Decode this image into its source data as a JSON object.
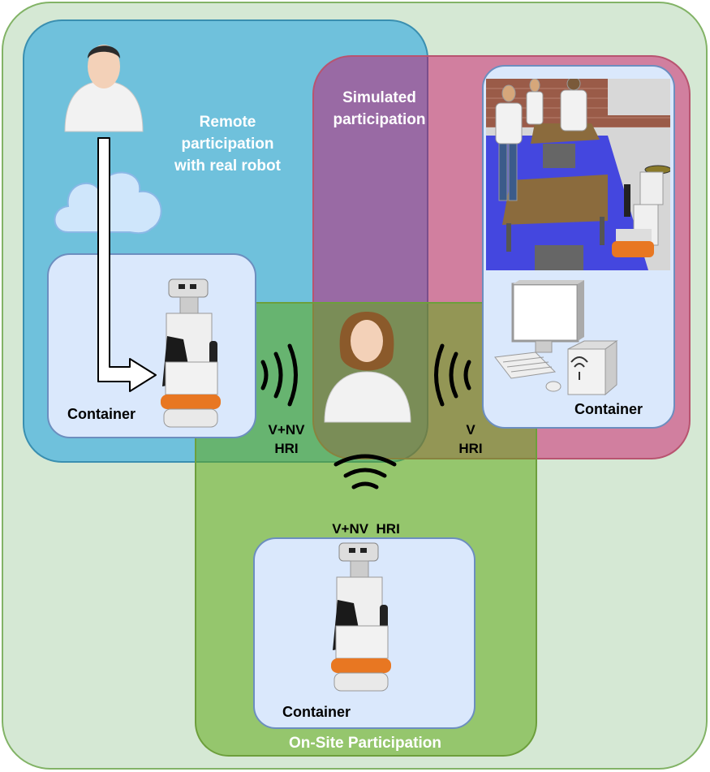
{
  "regions": {
    "remote": {
      "title_line1": "Remote",
      "title_line2": "participation",
      "title_line3": "with real robot"
    },
    "simulated": {
      "title_line1": "Simulated",
      "title_line2": "participation"
    },
    "onsite": {
      "title": "On-Site Participation"
    }
  },
  "containers": {
    "remote_label": "Container",
    "simulated_label": "Container",
    "onsite_label": "Container"
  },
  "links": {
    "remote_to_user": {
      "line1": "V+NV",
      "line2": "HRI"
    },
    "sim_to_user": {
      "line1": "V",
      "line2": "HRI"
    },
    "onsite_to_user": "V+NV  HRI"
  },
  "colors": {
    "outer_fill": "#d5e8d4",
    "remote_fill": "#1ba1e2",
    "simulated_fill": "#cc005f",
    "onsite_fill": "#60a917",
    "container_fill": "#dae8fc"
  },
  "icons": [
    "remote-user-icon",
    "cloud-icon",
    "robot-icon",
    "participant-icon",
    "signal-waves-icon",
    "simulation-scene-image",
    "desktop-computer-icon"
  ]
}
